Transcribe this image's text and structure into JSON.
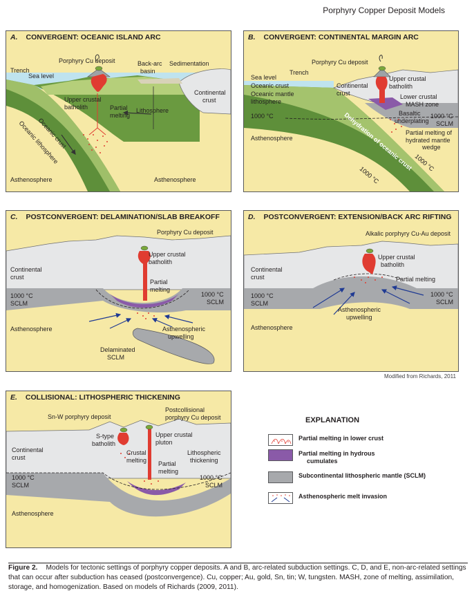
{
  "header": {
    "title": "Porphyry Copper Deposit Models"
  },
  "panels": {
    "a": {
      "letter": "A.",
      "title": "CONVERGENT: OCEANIC ISLAND ARC",
      "labels": {
        "deposit": "Porphyry Cu deposit",
        "backarc1": "Back-arc",
        "backarc2": "basin",
        "sedimentation": "Sedimentation",
        "trench": "Trench",
        "sealevel": "Sea level",
        "upper1": "Upper crustal",
        "upper2": "batholith",
        "partial1": "Partial",
        "partial2": "melting",
        "lithosphere": "Lithosphere",
        "contcrust1": "Continental",
        "contcrust2": "crust",
        "oceaniccrust": "Oceanic crust",
        "oceaniclith": "Oceanic lithosphere",
        "astheno1": "Asthenosphere",
        "astheno2": "Asthenosphere"
      }
    },
    "b": {
      "letter": "B.",
      "title": "CONVERGENT: CONTINENTAL MARGIN ARC",
      "labels": {
        "deposit": "Porphyry Cu deposit",
        "sealevel": "Sea level",
        "trench": "Trench",
        "oceaniccrust": "Oceanic crust",
        "oceanicmantle1": "Oceanic mantle",
        "oceanicmantle2": "lithosphere",
        "contcrust1": "Continental",
        "contcrust2": "crust",
        "upper1": "Upper crustal",
        "upper2": "batholith",
        "lower1": "Lower crustal",
        "lower2": "MASH zone",
        "basaltic1": "Basaltic",
        "basaltic2": "underplating",
        "iso1000a": "1000 °C",
        "iso1000b": "1000 °C",
        "sclm": "SCLM",
        "partial1": "Partial melting of",
        "partial2": "hydrated mantle",
        "partial3": "wedge",
        "astheno": "Asthenosphere",
        "dehydration": "Dehydration of oceanic crust",
        "iso1000c": "1000 °C",
        "iso1000d": "1000 °C"
      }
    },
    "c": {
      "letter": "C.",
      "title": "POSTCONVERGENT: DELAMINATION/SLAB BREAKOFF",
      "labels": {
        "deposit": "Porphyry Cu deposit",
        "upper1": "Upper crustal",
        "upper2": "batholith",
        "contcrust1": "Continental",
        "contcrust2": "crust",
        "partial1": "Partial",
        "partial2": "melting",
        "iso1": "1000 °C",
        "sclm1": "SCLM",
        "iso2": "1000 °C",
        "sclm2": "SCLM",
        "astheno": "Asthenosphere",
        "asthup1": "Asthenospheric",
        "asthup2": "upwelling",
        "delam1": "Delaminated",
        "delam2": "SCLM"
      }
    },
    "d": {
      "letter": "D.",
      "title": "POSTCONVERGENT: EXTENSION/BACK ARC RIFTING",
      "labels": {
        "deposit": "Alkalic porphyry Cu-Au deposit",
        "upper1": "Upper crustal",
        "upper2": "batholith",
        "contcrust1": "Continental",
        "contcrust2": "crust",
        "partial": "Partial melting",
        "iso1": "1000 °C",
        "sclm1": "SCLM",
        "iso2": "1000 °C",
        "sclm2": "SCLM",
        "astheno": "Asthenosphere",
        "asthup1": "Asthenospheric",
        "asthup2": "upwelling"
      }
    },
    "e": {
      "letter": "E.",
      "title": "COLLISIONAL: LITHOSPHERIC THICKENING",
      "labels": {
        "snw": "Sn-W porphyry deposit",
        "postcoll1": "Postcollisional",
        "postcoll2": "porphyry Cu deposit",
        "stype1": "S-type",
        "stype2": "batholith",
        "upperpl1": "Upper crustal",
        "upperpl2": "pluton",
        "contcrust1": "Continental",
        "contcrust2": "crust",
        "crustal1": "Crustal",
        "crustal2": "melting",
        "partial1": "Partial",
        "partial2": "melting",
        "litho1": "Lithospheric",
        "litho2": "thickening",
        "iso1": "1000 °C",
        "sclm1": "SCLM",
        "iso2": "1000 °C",
        "sclm2": "SCLM",
        "astheno": "Asthenosphere"
      }
    }
  },
  "credit": "Modified from Richards, 2011",
  "explanation": {
    "heading": "EXPLANATION",
    "items": [
      {
        "label": "Partial melting in lower crust"
      },
      {
        "label": "Partial melting in hydrous",
        "label2": "cumulates"
      },
      {
        "label": "Subcontinental lithospheric mantle (SCLM)"
      },
      {
        "label": "Asthenospheric melt invasion"
      }
    ]
  },
  "caption": {
    "label": "Figure 2.",
    "text": "Models for tectonic settings of porphyry copper deposits. A and B, arc-related subduction settings. C, D, and E, non-arc-related settings that can occur after subduction has ceased (postconvergence). Cu, copper; Au, gold, Sn, tin; W, tungsten. MASH, zone of melting, assimilation, storage, and homogenization. Based on models of Richards (2009, 2011)."
  },
  "colors": {
    "asthenosphere": "#f6e9a6",
    "green": "#5e8f3a",
    "lightgreen": "#b5cf7a",
    "sea": "#bfe3ef",
    "crust": "#e6e7e8",
    "sclm": "#a7a9ac",
    "purple": "#8a5aa8",
    "red": "#e03c31",
    "sediment": "#d8d2b8"
  }
}
